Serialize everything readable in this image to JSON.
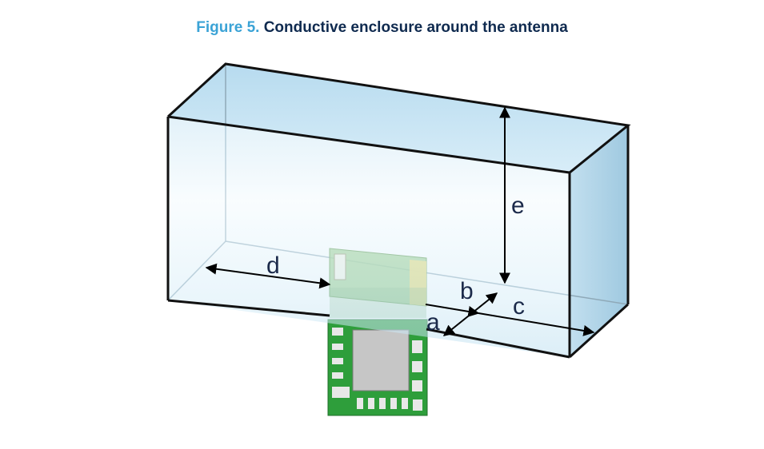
{
  "figure": {
    "number": "Figure 5.",
    "title": "Conductive enclosure around the antenna"
  },
  "dimensions": {
    "a": "a",
    "b": "b",
    "c": "c",
    "d": "d",
    "e": "e"
  },
  "colors": {
    "figure_number": "#3ba3d6",
    "figure_title": "#0f2a4f",
    "enclosure_fill": "#cfe8f5",
    "pcb_green": "#2e9e3b",
    "pad_gold": "#e8d76a"
  }
}
